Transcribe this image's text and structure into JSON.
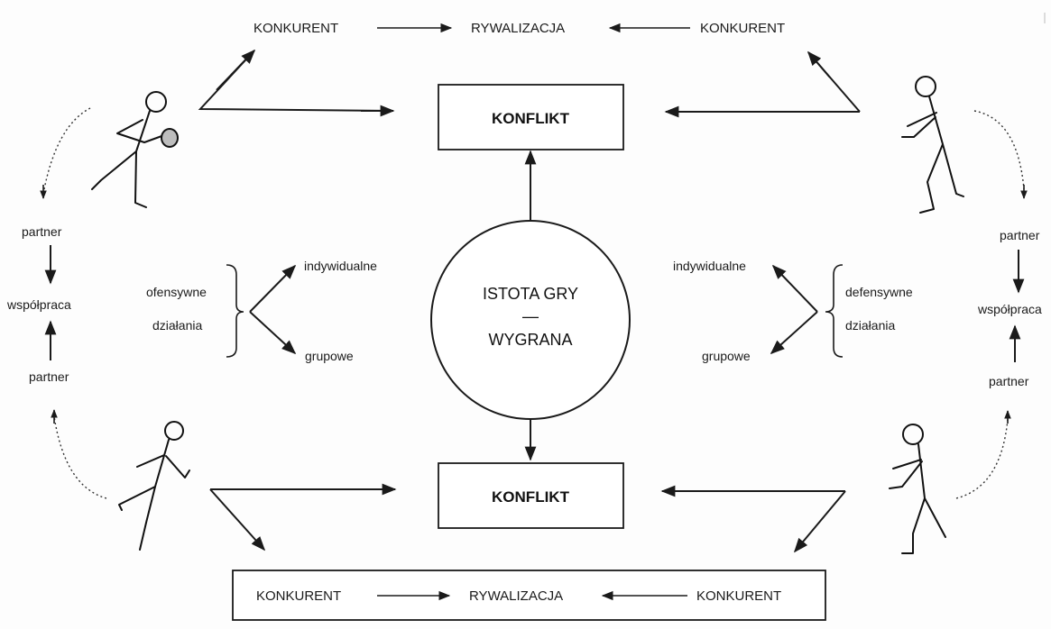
{
  "top_row": {
    "left": "KONKURENT",
    "center": "RYWALIZACJA",
    "right": "KONKURENT"
  },
  "bottom_row": {
    "left": "KONKURENT",
    "center": "RYWALIZACJA",
    "right": "KONKURENT"
  },
  "conflict_top": "KONFLIKT",
  "conflict_bottom": "KONFLIKT",
  "center": {
    "line1": "ISTOTA GRY",
    "line2": "—",
    "line3": "WYGRANA"
  },
  "left_side": {
    "partner_top": "partner",
    "cooperation": "współpraca",
    "partner_bottom": "partner"
  },
  "right_side": {
    "partner_top": "partner",
    "cooperation": "współpraca",
    "partner_bottom": "partner"
  },
  "left_actions": {
    "type": "ofensywne",
    "label": "działania",
    "individual": "indywidualne",
    "group": "grupowe"
  },
  "right_actions": {
    "type": "defensywne",
    "label": "działania",
    "individual": "indywidualne",
    "group": "grupowe"
  }
}
